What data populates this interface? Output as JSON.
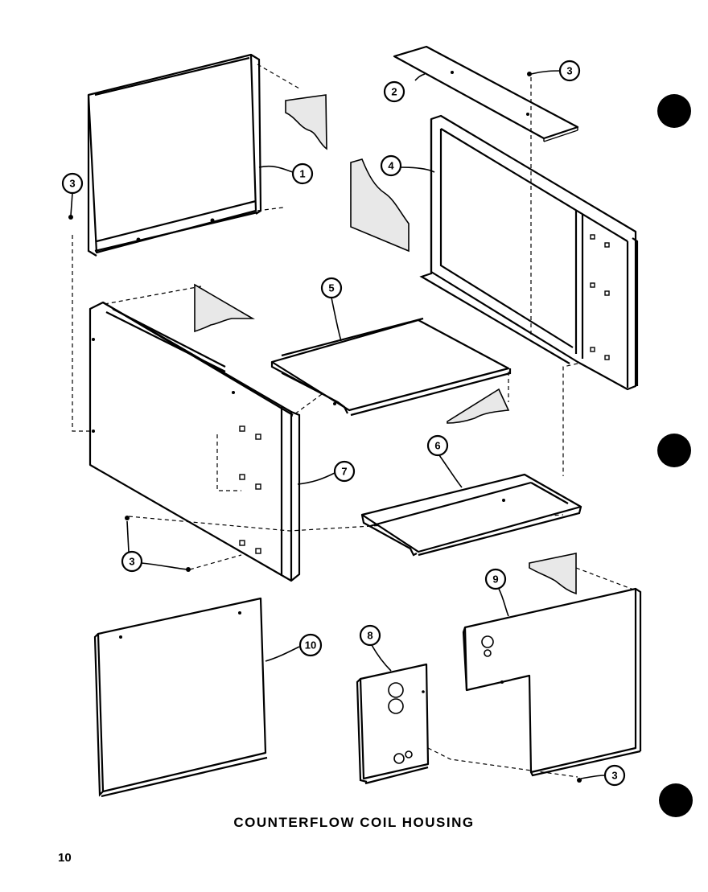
{
  "title": "COUNTERFLOW COIL HOUSING",
  "page_number": "10",
  "callouts": [
    "1",
    "2",
    "3",
    "3",
    "4",
    "5",
    "6",
    "7",
    "3",
    "10",
    "8",
    "9",
    "3"
  ]
}
